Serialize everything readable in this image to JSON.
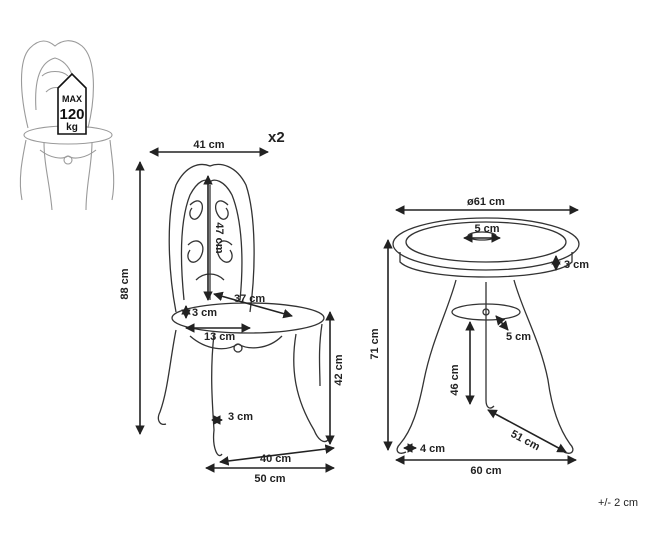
{
  "badge": {
    "max": "MAX",
    "value": "120",
    "unit": "kg"
  },
  "quantity": "x2",
  "tolerance": "+/- 2 cm",
  "chair": {
    "width_top": "41 cm",
    "height_total": "88 cm",
    "back_height": "47 cm",
    "seat_depth": "37 cm",
    "seat_edge": "3 cm",
    "seat_inner": "13 cm",
    "leg_offset": "3 cm",
    "seat_height": "42 cm",
    "foot_width": "40 cm",
    "base_width": "50 cm"
  },
  "table": {
    "diameter": "ø61 cm",
    "hole": "5 cm",
    "top_thickness": "3 cm",
    "height": "71 cm",
    "shelf_hole": "5 cm",
    "shelf_height": "46 cm",
    "foot": "4 cm",
    "leg_span": "51 cm",
    "base_width": "60 cm"
  }
}
